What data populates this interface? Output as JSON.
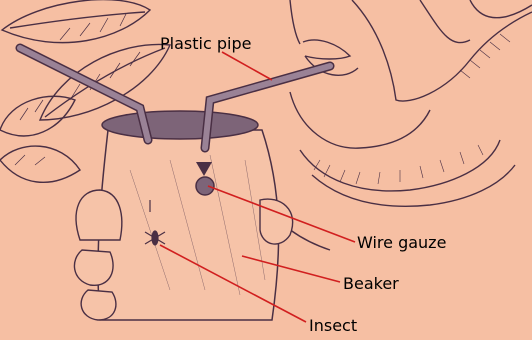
{
  "figure": {
    "labels": {
      "plastic_pipe": "Plastic pipe",
      "wire_gauze": "Wire gauze",
      "beaker": "Beaker",
      "insect": "Insect"
    }
  },
  "colors": {
    "background": "#f6bfa3",
    "ink": "#4a2f44",
    "pipe": "#9a8296",
    "leader_line": "#d11f1f",
    "label_text": "#000000"
  }
}
